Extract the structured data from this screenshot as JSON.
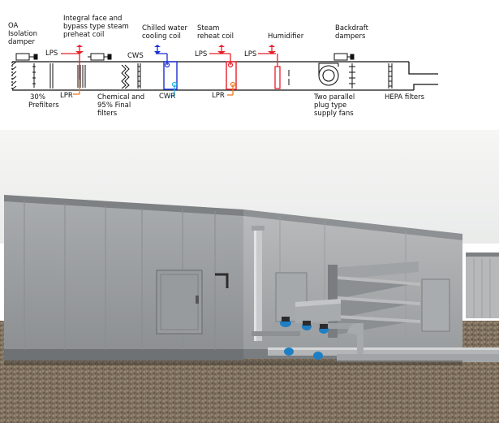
{
  "diagram": {
    "labels": {
      "oa_isolation": [
        "OA",
        "Isolation",
        "damper"
      ],
      "preheat": [
        "Integral face and",
        "bypass type steam",
        "preheat coil"
      ],
      "chilled": [
        "Chilled water",
        "cooling coil"
      ],
      "reheat": [
        "Steam",
        "reheat coil"
      ],
      "humidifier": "Humidifier",
      "backdraft": [
        "Backdraft",
        "dampers"
      ],
      "prefilters": [
        "30%",
        "Prefilters"
      ],
      "chem": [
        "Chemical and",
        "95% Final",
        "filters"
      ],
      "fans": [
        "Two parallel",
        "plug type",
        "supply fans"
      ],
      "hepa": "HEPA filters"
    },
    "tags": {
      "lps": "LPS",
      "lpr": "LPR",
      "cws": "CWS",
      "cwr": "CWR"
    },
    "colors": {
      "steam_supply": "#e8202a",
      "steam_return": "#f07a1e",
      "chilled_supply": "#1b2fd6",
      "chilled_return": "#2ab4e0",
      "duct": "#111111"
    }
  },
  "photo": {
    "subject": "rooftop-air-handling-unit"
  }
}
